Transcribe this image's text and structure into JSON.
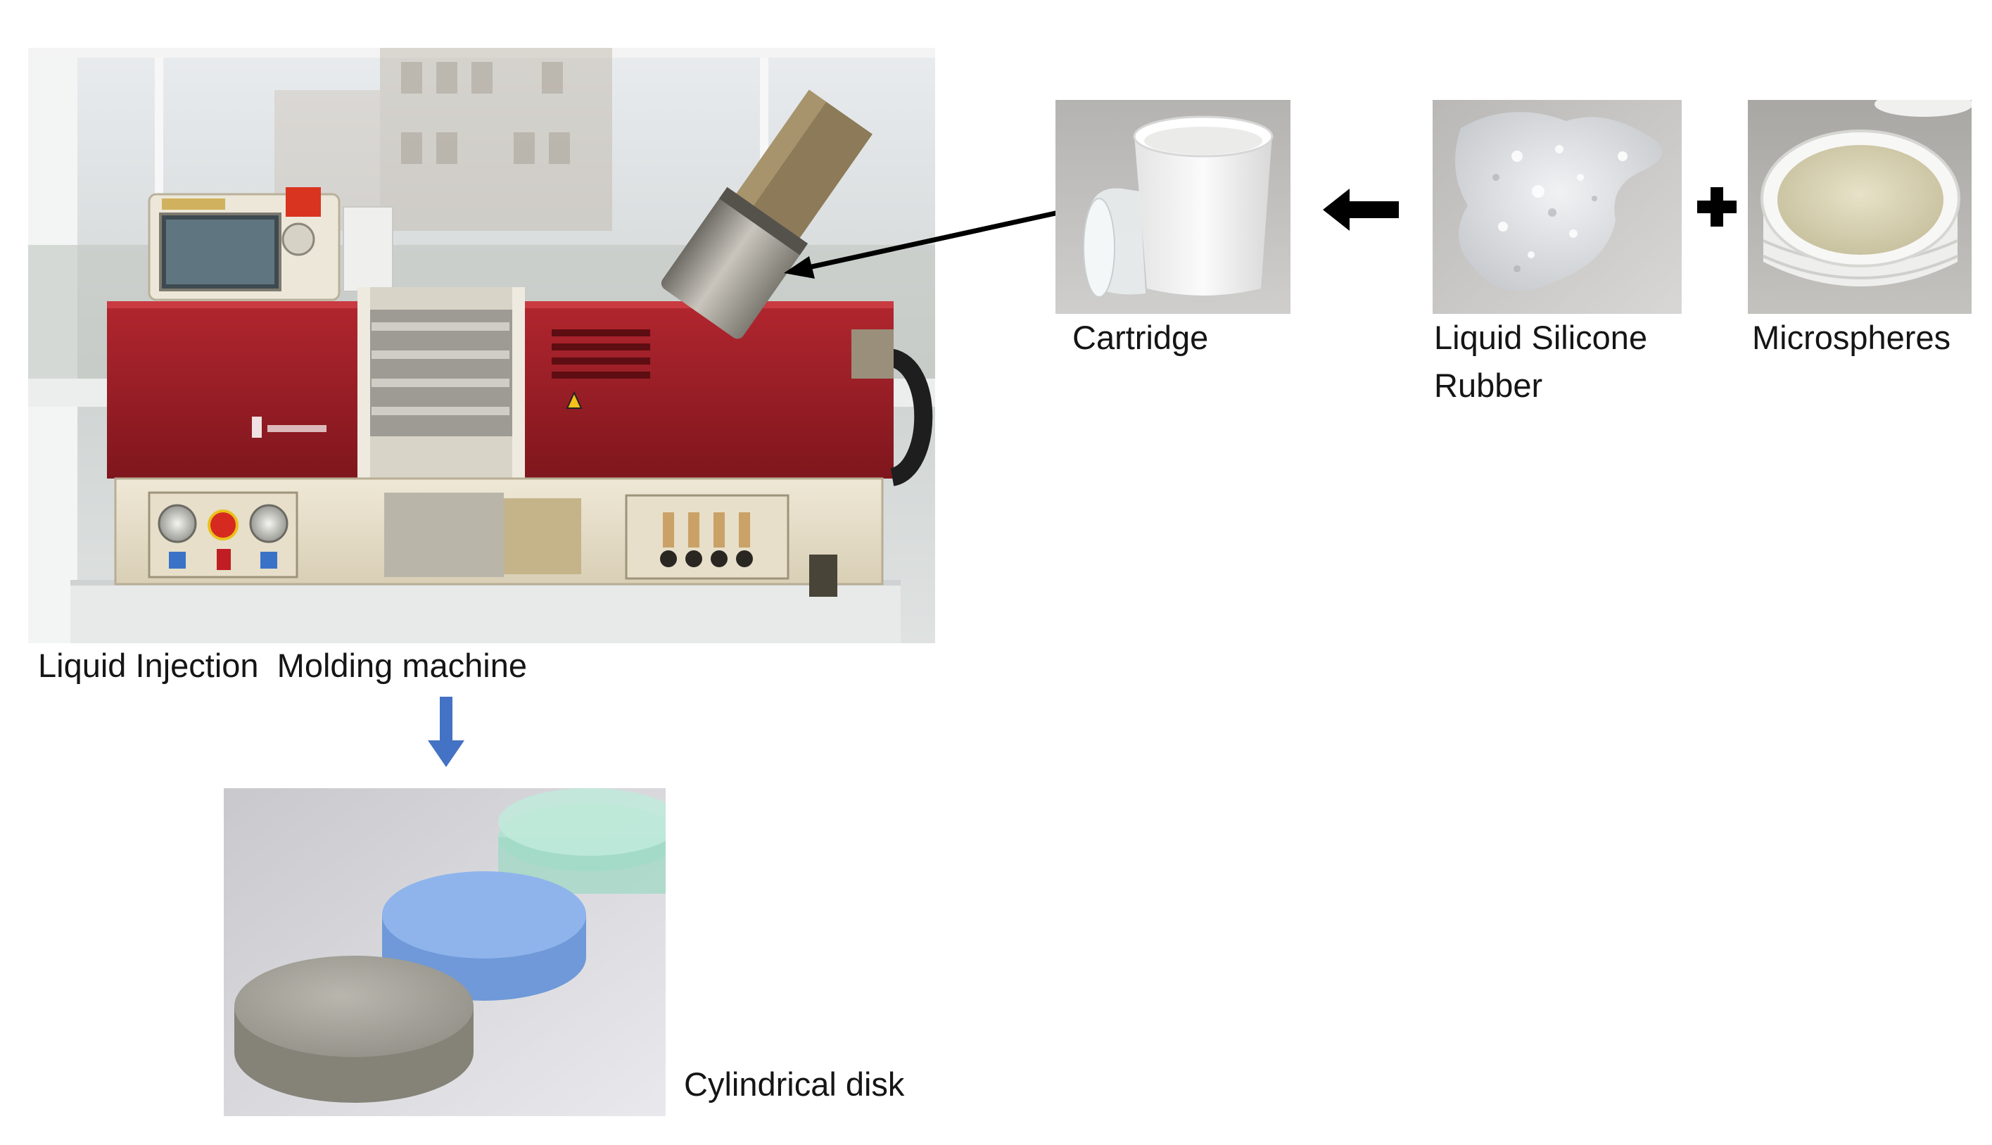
{
  "labels": {
    "machine": "Liquid Injection  Molding machine",
    "cartridge": "Cartridge",
    "silicone_line1": "Liquid Silicone",
    "silicone_line2": "Rubber",
    "microspheres": "Microspheres",
    "disk": "Cylindrical disk"
  },
  "colors": {
    "machine_red": "#9d2028",
    "machine_cream": "#e9e1cc",
    "down_arrow": "#4472c4",
    "black_arrow": "#000000",
    "disk_grey": "#a9a79f",
    "disk_blue": "#7ea8e6",
    "disk_green": "#a9e2cf"
  }
}
